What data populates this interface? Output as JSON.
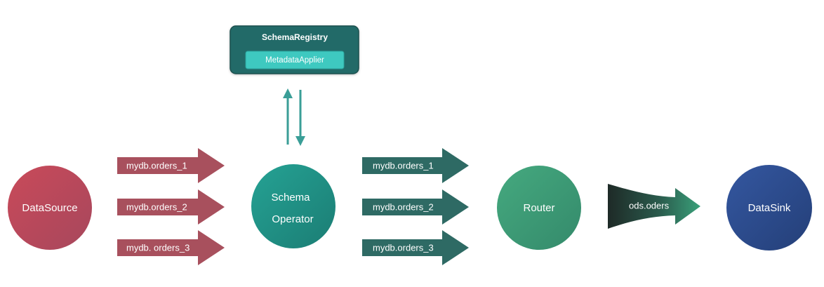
{
  "registry": {
    "title": "SchemaRegistry",
    "applier_label": "MetadataApplier"
  },
  "nodes": {
    "datasource": "DataSource",
    "schema_operator_line1": "Schema",
    "schema_operator_line2": "Operator",
    "router": "Router",
    "datasink": "DataSink"
  },
  "input_streams": [
    "mydb.orders_1",
    "mydb.orders_2",
    "mydb. orders_3"
  ],
  "output_streams": [
    "mydb.orders_1",
    "mydb.orders_2",
    "mydb.orders_3"
  ],
  "merged_stream": "ods.oders",
  "colors": {
    "datasource": "#b9485a",
    "schema_operator": "#1f9085",
    "router": "#3c9874",
    "datasink": "#2b4a8a",
    "input_arrow": "#a8505d",
    "output_arrow": "#2e6a64",
    "registry_bg": "#236b68",
    "applier_bg": "#3ec9c0",
    "sync_arrow": "#3a9e97"
  }
}
